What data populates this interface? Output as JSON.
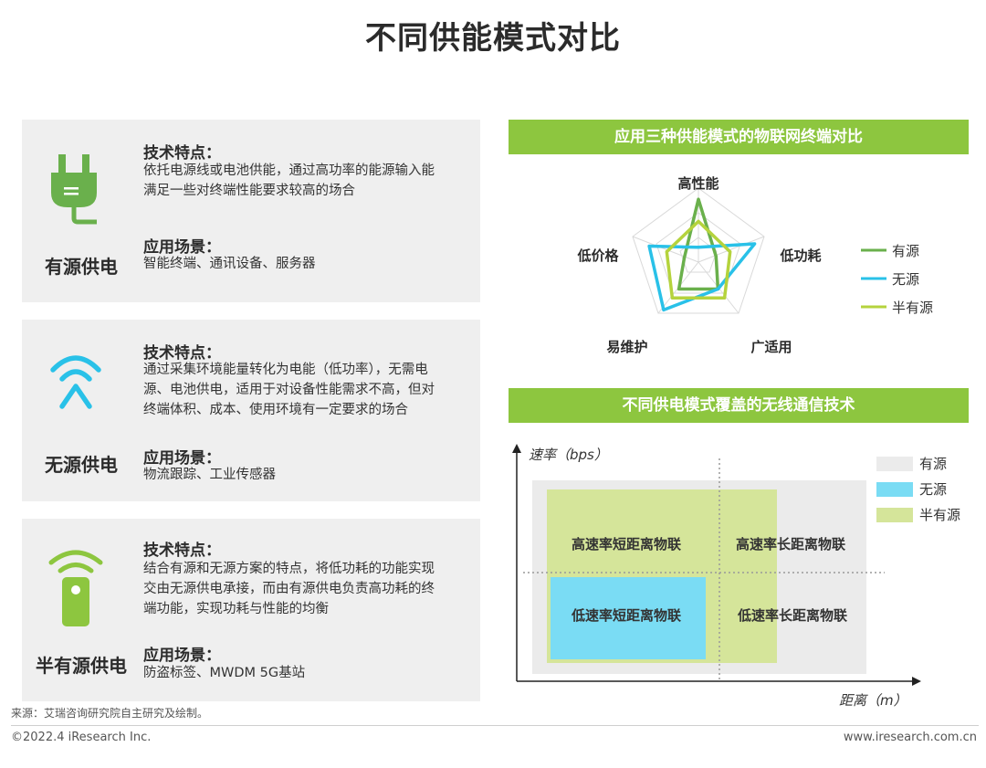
{
  "title": "不同供能模式对比",
  "cards": [
    {
      "icon": "power-plug-icon",
      "mode": "有源供电",
      "tech_heading": "技术特点：",
      "tech_lines": [
        "依托电源线或电池供能，通过高功率的能源输入能",
        "满足一些对终端性能要求较高的场合"
      ],
      "scene_heading": "应用场景：",
      "scene_text": "智能终端、通讯设备、服务器"
    },
    {
      "icon": "wireless-signal-icon",
      "mode": "无源供电",
      "tech_heading": "技术特点：",
      "tech_lines": [
        "通过采集环境能量转化为电能（低功率），无需电",
        "源、电池供电，适用于对设备性能需求不高，但对",
        "终端体积、成本、使用环境有一定要求的场合"
      ],
      "scene_heading": "应用场景：",
      "scene_text": "物流跟踪、工业传感器"
    },
    {
      "icon": "signal-device-icon",
      "mode": "半有源供电",
      "tech_heading": "技术特点：",
      "tech_lines": [
        "结合有源和无源方案的特点，将低功耗的功能实现",
        "交由无源供电承接，而由有源供电负责高功耗的终",
        "端功能，实现功耗与性能的均衡"
      ],
      "scene_heading": "应用场景：",
      "scene_text": "防盗标签、MWDM 5G基站"
    }
  ],
  "banner1": "应用三种供能模式的物联网终端对比",
  "banner2": "不同供电模式覆盖的无线通信技术",
  "colors": {
    "green": "#8dc63f",
    "active": "#6ab04c",
    "passive": "#29c1e8",
    "semi": "#b5d33d",
    "grid": "#d9d9d9"
  },
  "chart_data": [
    {
      "type": "radar",
      "axes": [
        "高性能",
        "低功耗",
        "广适用",
        "易维护",
        "低价格"
      ],
      "series": [
        {
          "name": "有源",
          "color": "#6ab04c",
          "values": [
            0.85,
            0.25,
            0.45,
            0.45,
            0.2
          ]
        },
        {
          "name": "无源",
          "color": "#29c1e8",
          "values": [
            0.2,
            0.8,
            0.45,
            0.8,
            0.7
          ]
        },
        {
          "name": "半有源",
          "color": "#b5d33d",
          "values": [
            0.55,
            0.45,
            0.6,
            0.6,
            0.45
          ]
        }
      ],
      "legend": "right"
    },
    {
      "type": "quadrant",
      "xlabel": "距离（m）",
      "ylabel": "速率（bps）",
      "quadrants": [
        "高速率短距离物联",
        "高速率长距离物联",
        "低速率短距离物联",
        "低速率长距离物联"
      ],
      "legend": [
        {
          "name": "有源",
          "color": "#ebebeb"
        },
        {
          "name": "无源",
          "color": "#7adcf4"
        },
        {
          "name": "半有源",
          "color": "#d5e59a"
        }
      ]
    }
  ],
  "source": "来源：艾瑞咨询研究院自主研究及绘制。",
  "copyright": "©2022.4 iResearch Inc.",
  "website": "www.iresearch.com.cn"
}
